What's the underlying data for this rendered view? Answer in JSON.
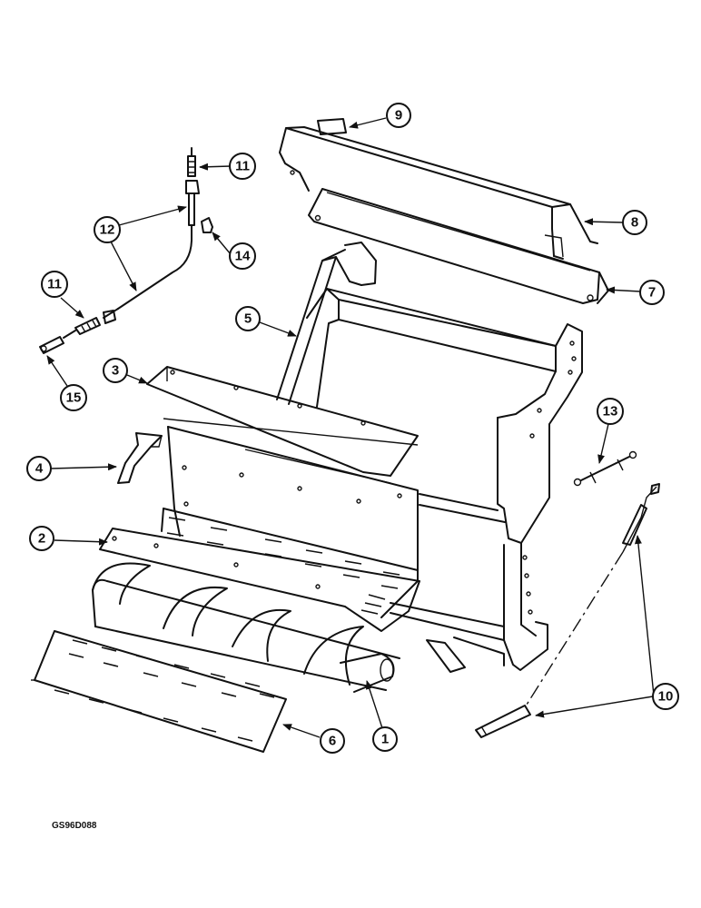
{
  "drawing_code": "GS96D088",
  "callouts": [
    {
      "id": "c1",
      "label": "1"
    },
    {
      "id": "c2",
      "label": "2"
    },
    {
      "id": "c3",
      "label": "3"
    },
    {
      "id": "c4",
      "label": "4"
    },
    {
      "id": "c5",
      "label": "5"
    },
    {
      "id": "c6",
      "label": "6"
    },
    {
      "id": "c7",
      "label": "7"
    },
    {
      "id": "c8",
      "label": "8"
    },
    {
      "id": "c9",
      "label": "9"
    },
    {
      "id": "c10",
      "label": "10"
    },
    {
      "id": "c11a",
      "label": "11"
    },
    {
      "id": "c11b",
      "label": "11"
    },
    {
      "id": "c12",
      "label": "12"
    },
    {
      "id": "c13",
      "label": "13"
    },
    {
      "id": "c14",
      "label": "14"
    },
    {
      "id": "c15",
      "label": "15"
    }
  ]
}
